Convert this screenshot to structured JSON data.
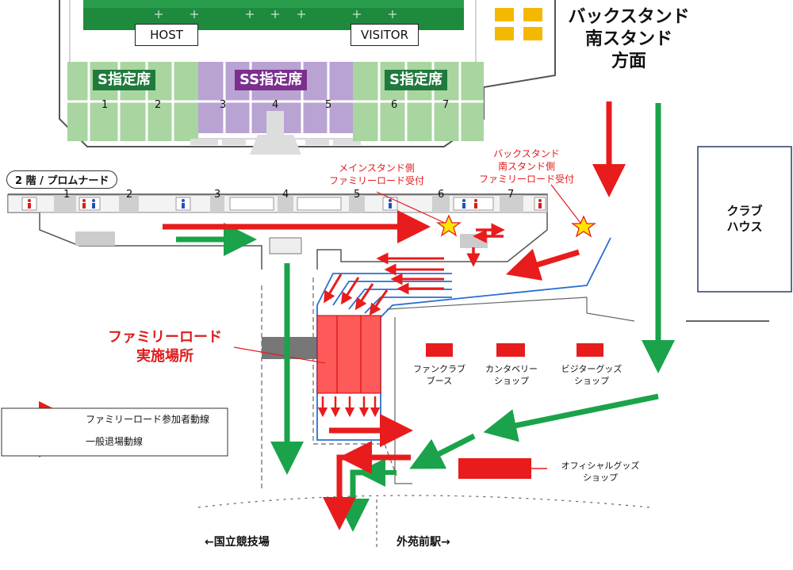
{
  "map": {
    "direction_back_stand": [
      "バックスタンド",
      "南スタンド",
      "方面"
    ],
    "field_labels": {
      "host": "HOST",
      "visitor": "VISITOR"
    },
    "seat_tags": {
      "s_left": "S指定席",
      "ss_center": "SS指定席",
      "s_right": "S指定席"
    },
    "section_numbers_top": [
      "1",
      "2",
      "3",
      "4",
      "5",
      "6",
      "7"
    ],
    "promenade_label": "2 階 / プロムナード",
    "promenade_numbers": [
      "1",
      "2",
      "3",
      "4",
      "5",
      "6",
      "7"
    ],
    "reception_main": [
      "メインスタンド側",
      "ファミリーロード受付"
    ],
    "reception_back": [
      "バックスタンド",
      "南スタンド側",
      "ファミリーロード受付"
    ],
    "club_house": [
      "クラブ",
      "ハウス"
    ],
    "family_road_place": [
      "ファミリーロード",
      "実施場所"
    ],
    "booths": {
      "fan_club": [
        "ファンクラブ",
        "ブース"
      ],
      "canterbury": [
        "カンタベリー",
        "ショップ"
      ],
      "visitor_goods": [
        "ビジターグッズ",
        "ショップ"
      ],
      "official_goods": [
        "オフィシャルグッズ",
        "ショップ"
      ]
    },
    "legend": {
      "red_route": "ファミリーロード参加者動線",
      "green_route": "一般退場動線"
    },
    "exit_left": "←国立競技場",
    "exit_right": "外苑前駅→",
    "colors": {
      "red": "#e81c1c",
      "green": "#1aa34a",
      "field_green": "#1e8a3e",
      "s_seat_green": "#a8d5a0",
      "ss_seat_purple": "#b9a3d3",
      "s_tag_bg": "#1f7a3c",
      "ss_tag_bg": "#7b2f8f",
      "blue_line": "#2a6fd1",
      "star_fill": "#ffe600",
      "yellow_blocks": "#f5b800"
    }
  }
}
